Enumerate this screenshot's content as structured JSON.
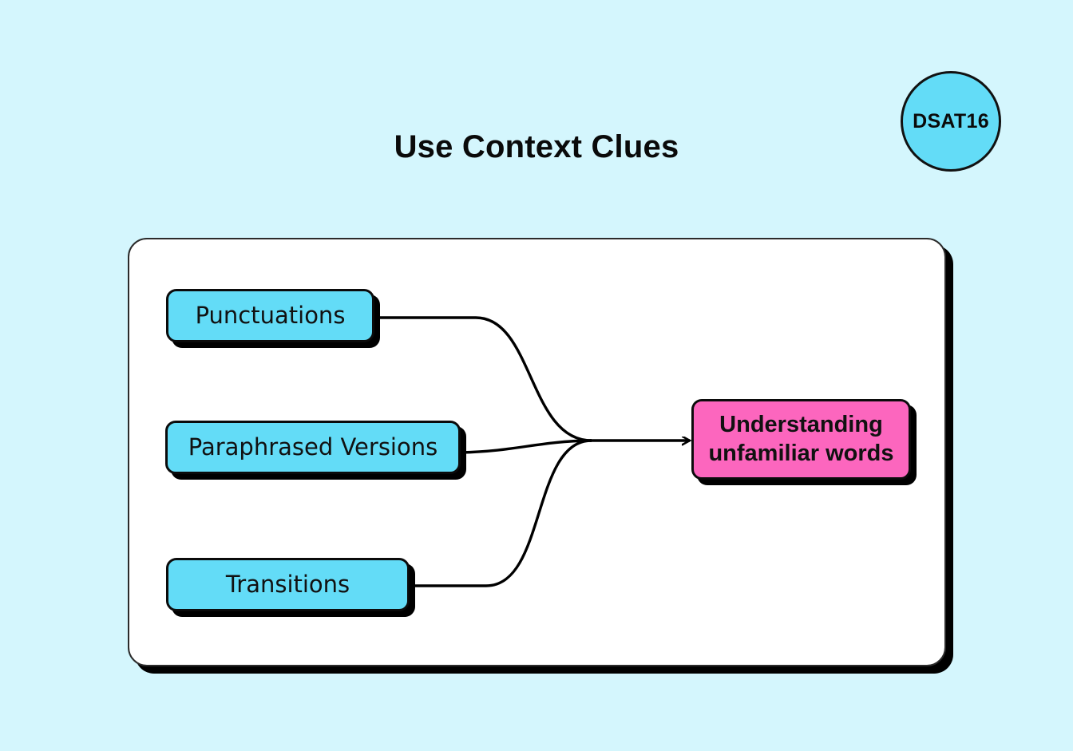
{
  "page": {
    "background_color": "#d4f6fd",
    "title": "Use Context Clues"
  },
  "badge": {
    "label": "DSAT16",
    "fill_color": "#63dcf7",
    "border_color": "#111111"
  },
  "card": {
    "background_color": "#ffffff",
    "border_color": "#2b2b2b",
    "shadow_color": "#000000"
  },
  "diagram": {
    "type": "flow",
    "source_color": "#63dcf7",
    "target_color": "#fc66be",
    "edge_color": "#000000",
    "nodes": [
      {
        "id": "punctuations",
        "label": "Punctuations",
        "role": "source"
      },
      {
        "id": "paraphrased",
        "label": "Paraphrased Versions",
        "role": "source"
      },
      {
        "id": "transitions",
        "label": "Transitions",
        "role": "source"
      },
      {
        "id": "understanding",
        "label": "Understanding\nunfamiliar words",
        "role": "target"
      }
    ],
    "edges": [
      {
        "from": "punctuations",
        "to": "understanding",
        "arrow": true
      },
      {
        "from": "paraphrased",
        "to": "understanding",
        "arrow": true
      },
      {
        "from": "transitions",
        "to": "understanding",
        "arrow": true
      }
    ]
  }
}
